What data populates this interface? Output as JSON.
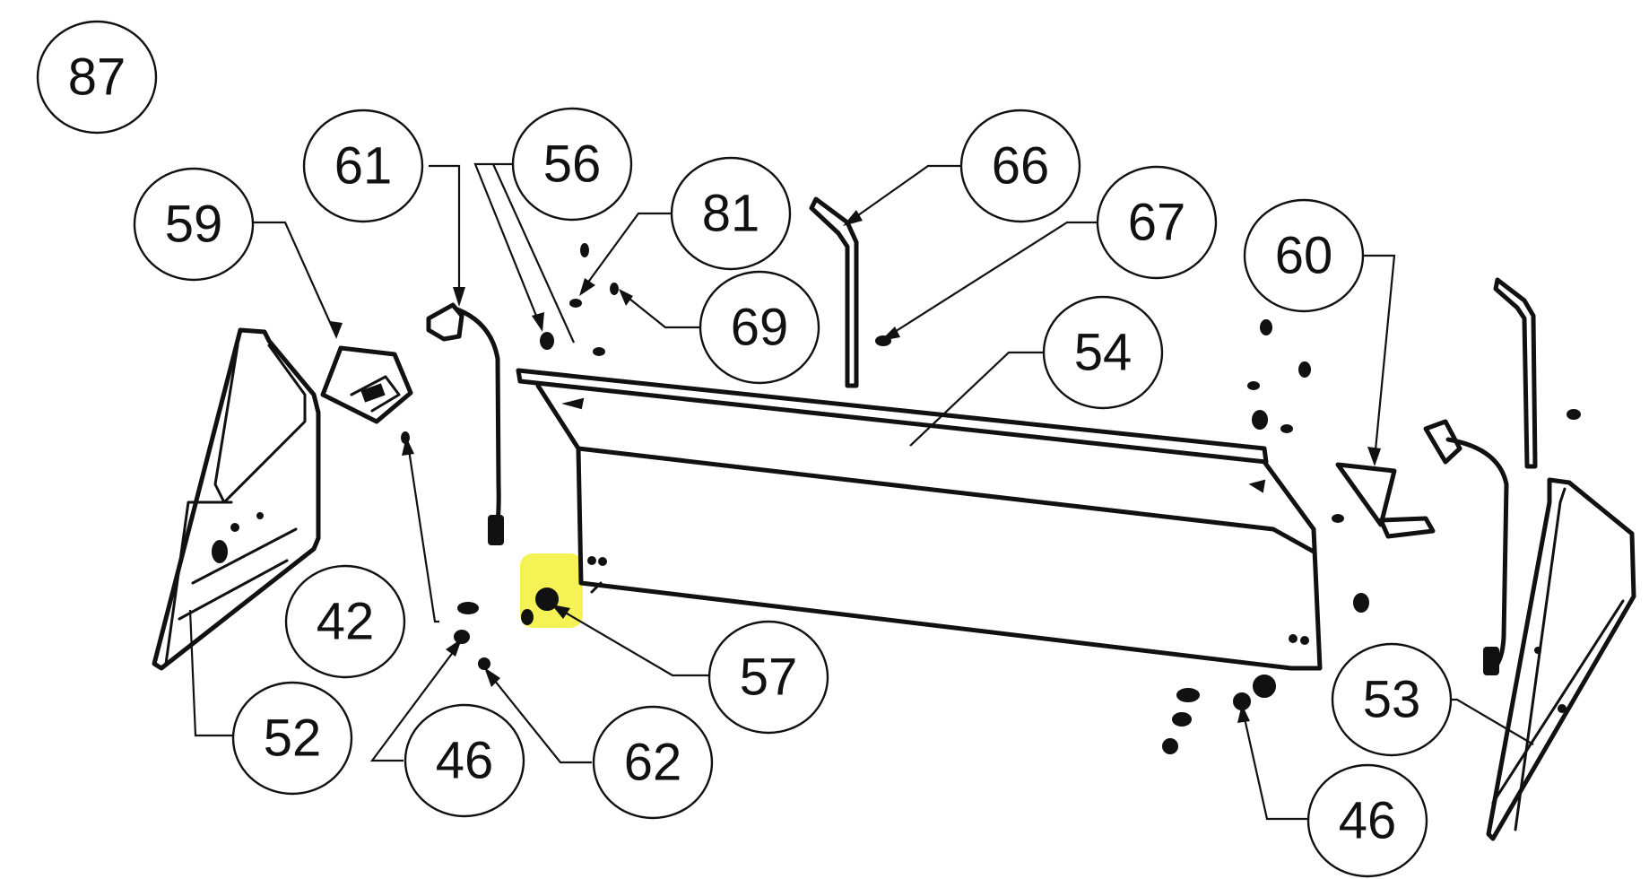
{
  "diagram": {
    "figure_number": "87",
    "callouts": [
      {
        "id": "c59",
        "label": "59"
      },
      {
        "id": "c61",
        "label": "61"
      },
      {
        "id": "c56",
        "label": "56"
      },
      {
        "id": "c81",
        "label": "81"
      },
      {
        "id": "c66",
        "label": "66"
      },
      {
        "id": "c67",
        "label": "67"
      },
      {
        "id": "c69",
        "label": "69"
      },
      {
        "id": "c60",
        "label": "60"
      },
      {
        "id": "c54",
        "label": "54"
      },
      {
        "id": "c42",
        "label": "42"
      },
      {
        "id": "c52",
        "label": "52"
      },
      {
        "id": "c46a",
        "label": "46"
      },
      {
        "id": "c62",
        "label": "62"
      },
      {
        "id": "c57",
        "label": "57"
      },
      {
        "id": "c53",
        "label": "53"
      },
      {
        "id": "c46b",
        "label": "46"
      }
    ],
    "highlight": {
      "target": "57",
      "color": "#f2ef2a"
    }
  }
}
